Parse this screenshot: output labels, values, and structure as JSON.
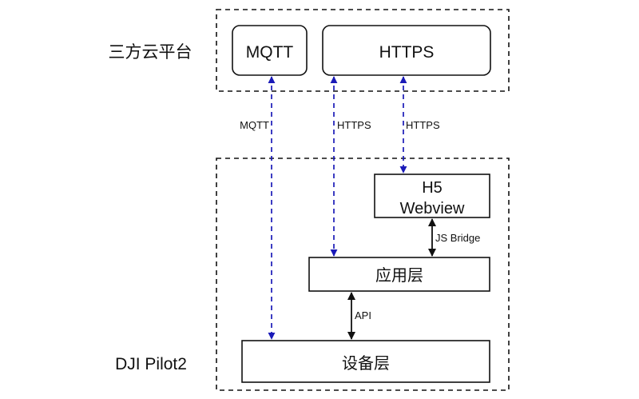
{
  "groups": {
    "cloud": {
      "label": "三方云平台"
    },
    "pilot": {
      "label": "DJI Pilot2"
    }
  },
  "nodes": {
    "mqtt": "MQTT",
    "https": "HTTPS",
    "h5_line1": "H5",
    "h5_line2": "Webview",
    "app_layer": "应用层",
    "device_layer": "设备层"
  },
  "edges": {
    "mqtt_link": {
      "label": "MQTT",
      "from": "设备层",
      "to": "MQTT",
      "style": "dashed-bidirectional"
    },
    "https_app_link": {
      "label": "HTTPS",
      "from": "应用层",
      "to": "HTTPS",
      "style": "dashed-bidirectional"
    },
    "https_h5_link": {
      "label": "HTTPS",
      "from": "H5 Webview",
      "to": "HTTPS",
      "style": "dashed-bidirectional"
    },
    "js_bridge": {
      "label": "JS Bridge",
      "from": "H5 Webview",
      "to": "应用层",
      "style": "solid-bidirectional"
    },
    "api": {
      "label": "API",
      "from": "应用层",
      "to": "设备层",
      "style": "solid-bidirectional"
    }
  },
  "colors": {
    "dashed_link": "#1a1ab8",
    "solid_link": "#111111",
    "group_border": "#111111"
  }
}
